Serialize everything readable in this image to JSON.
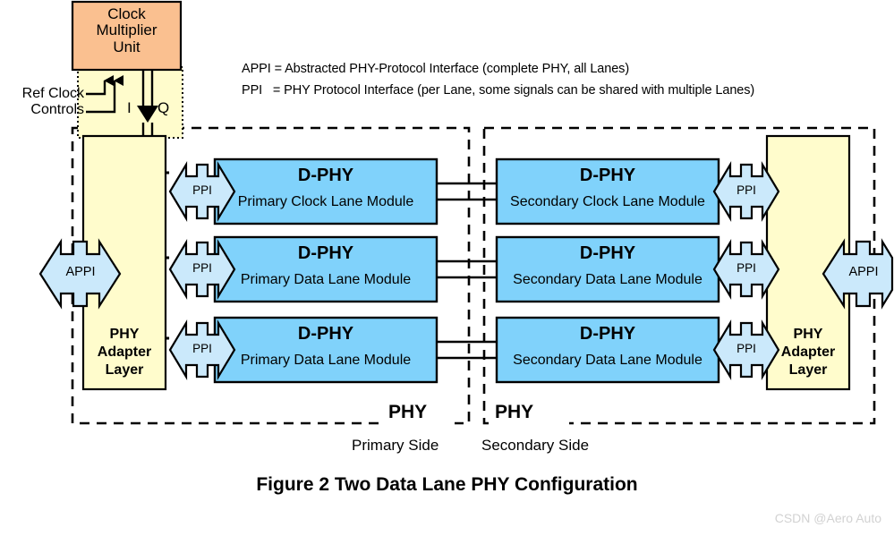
{
  "figure": {
    "caption": "Figure 2 Two Data Lane PHY Configuration",
    "watermark": "CSDN @Aero Auto"
  },
  "colors": {
    "clock_multiplier_fill": "#FAC090",
    "module_fill": "#80D2FB",
    "adapter_fill": "#FFFCCC",
    "interface_fill": "#CBE9FB",
    "stroke": "#000000",
    "watermark": "#D2D2D2",
    "background": "#FFFFFF"
  },
  "clock_multiplier_unit": {
    "line1": "Clock",
    "line2": "Multiplier",
    "line3": "Unit"
  },
  "ref_clock": {
    "line1": "Ref Clock",
    "line2": "Controls"
  },
  "clock_bus": {
    "i_label": "I",
    "q_label": "Q"
  },
  "legend": {
    "lines": [
      "APPI = Abstracted PHY-Protocol Interface (complete PHY, all Lanes)",
      "PPI   = PHY Protocol Interface (per Lane, some signals can be shared with multiple Lanes)"
    ]
  },
  "primary_side": {
    "phy_label": "PHY",
    "side_label": "Primary Side",
    "appi_label": "APPI",
    "adapter": {
      "line1": "PHY",
      "line2": "Adapter",
      "line3": "Layer"
    },
    "lanes": [
      {
        "ppi_label": "PPI",
        "title": "D-PHY",
        "subtitle": "Primary Clock Lane Module"
      },
      {
        "ppi_label": "PPI",
        "title": "D-PHY",
        "subtitle": "Primary Data Lane Module"
      },
      {
        "ppi_label": "PPI",
        "title": "D-PHY",
        "subtitle": "Primary Data Lane Module"
      }
    ]
  },
  "secondary_side": {
    "phy_label": "PHY",
    "side_label": "Secondary Side",
    "appi_label": "APPI",
    "adapter": {
      "line1": "PHY",
      "line2": "Adapter",
      "line3": "Layer"
    },
    "lanes": [
      {
        "ppi_label": "PPI",
        "title": "D-PHY",
        "subtitle": "Secondary Clock Lane Module"
      },
      {
        "ppi_label": "PPI",
        "title": "D-PHY",
        "subtitle": "Secondary Data Lane Module"
      },
      {
        "ppi_label": "PPI",
        "title": "D-PHY",
        "subtitle": "Secondary Data Lane Module"
      }
    ]
  }
}
